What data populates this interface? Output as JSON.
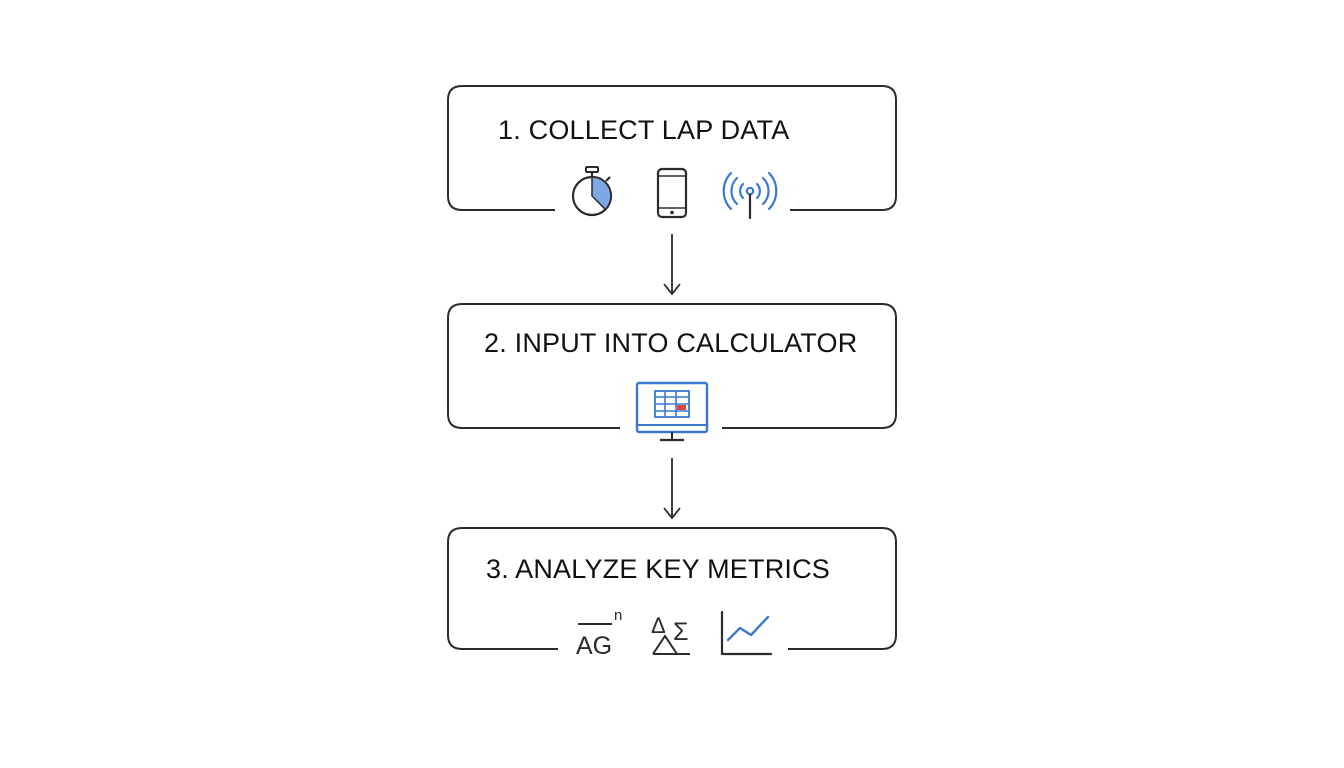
{
  "steps": [
    {
      "label": "1. COLLECT LAP DATA",
      "icons": [
        "stopwatch-icon",
        "smartphone-icon",
        "wireless-signal-icon"
      ]
    },
    {
      "label": "2. INPUT INTO CALCULATOR",
      "icons": [
        "spreadsheet-monitor-icon"
      ]
    },
    {
      "label": "3. ANALYZE KEY METRICS",
      "icons": [
        "average-symbol-icon",
        "delta-sigma-icon",
        "line-chart-icon"
      ]
    }
  ],
  "metric_glyphs": {
    "average": "AG",
    "exponent": "n",
    "delta": "Δ",
    "sigma": "Σ"
  },
  "colors": {
    "stroke": "#2b2b2b",
    "accent_blue": "#3b78d0",
    "accent_red": "#e0453a",
    "stopwatch_fill": "#7ea7e6"
  }
}
